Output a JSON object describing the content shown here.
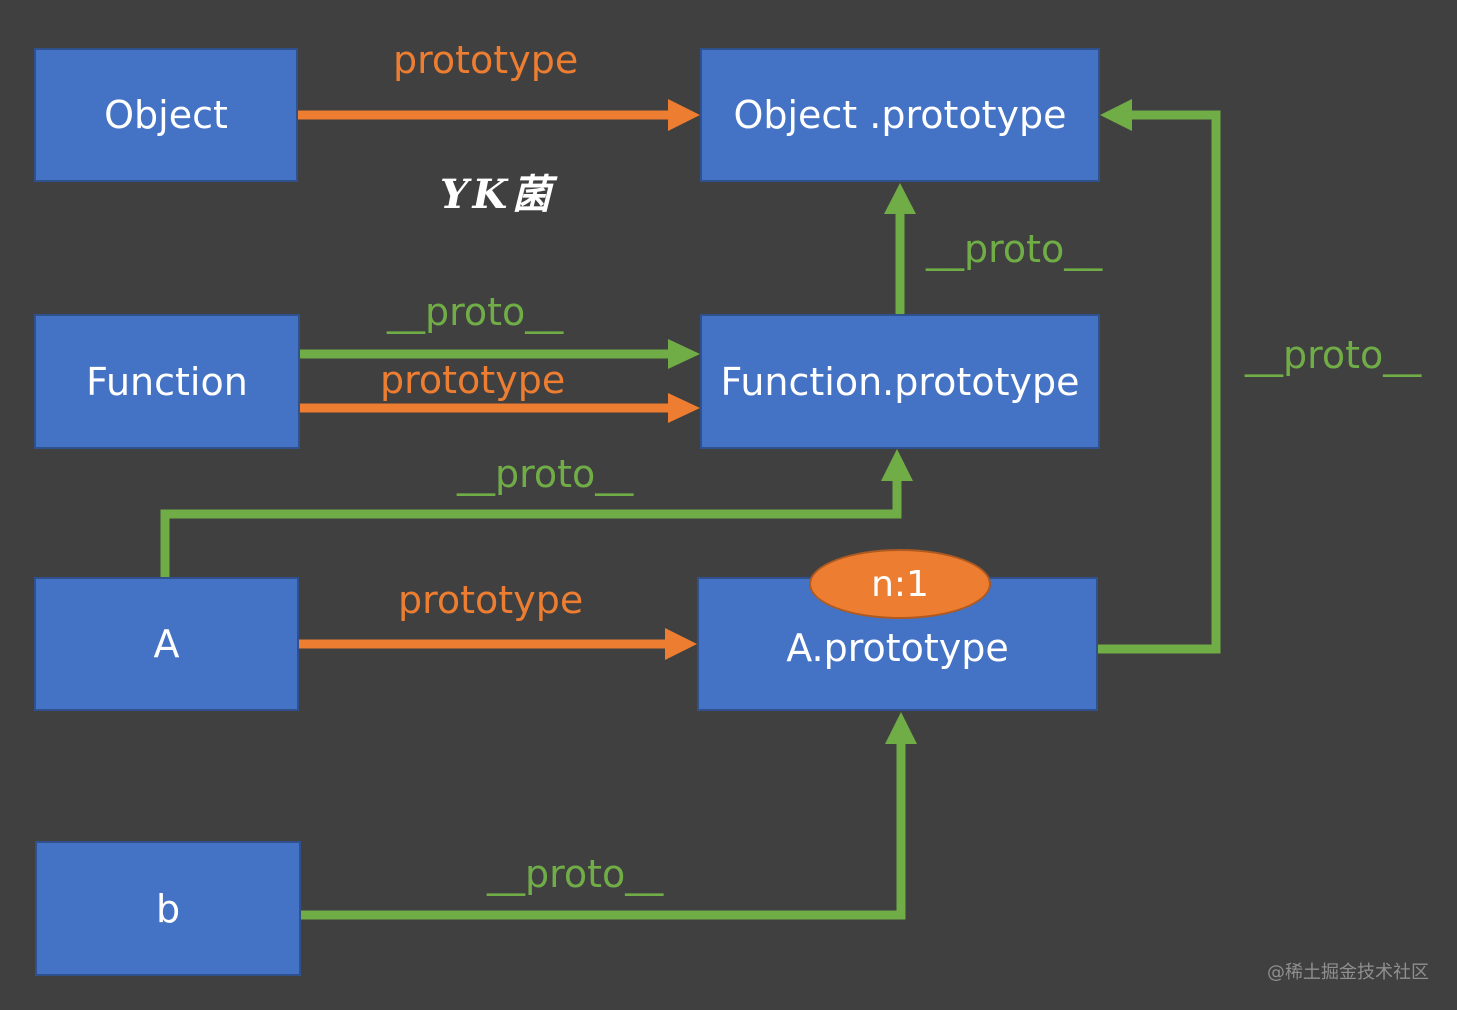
{
  "nodes": {
    "object": "Object",
    "object_prototype": "Object .prototype",
    "function": "Function",
    "function_prototype": "Function.prototype",
    "a": "A",
    "a_prototype": "A.prototype",
    "b": "b"
  },
  "badge": "n:1",
  "edges": {
    "object_to_object_prototype": "prototype",
    "function_proto": "__proto__",
    "function_prototype": "prototype",
    "function_prototype_to_object_prototype": "__proto__",
    "a_prototype_to_object_prototype": "__proto__",
    "a_to_function_prototype": "__proto__",
    "a_to_a_prototype": "prototype",
    "b_to_a_prototype": "__proto__"
  },
  "author_mark": "YK菌",
  "watermark": "@稀土掘金技术社区",
  "colors": {
    "background": "#404040",
    "box_fill": "#4472C4",
    "prototype_edge": "#ED7D31",
    "proto_edge": "#70AD47"
  }
}
